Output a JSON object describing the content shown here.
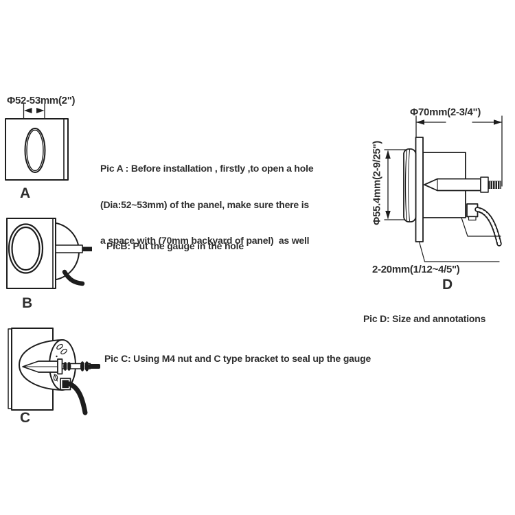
{
  "figures": {
    "a": {
      "label": "A",
      "dimension": "Φ52-53mm(2\")",
      "caption_line1": "Pic A : Before installation , firstly ,to open a hole",
      "caption_line2": "(Dia:52~53mm) of the panel, make sure there is",
      "caption_line3": "a space with (70mm backyard of panel)  as well"
    },
    "b": {
      "label": "B",
      "caption": "PicB: Put the gauge in the hole"
    },
    "c": {
      "label": "C",
      "caption": "Pic C: Using M4 nut and C type bracket to seal up the gauge"
    },
    "d": {
      "label": "D",
      "caption": "Pic D: Size and annotations",
      "dim_depth": "Φ70mm(2-3/4\")",
      "dim_diameter": "Φ55.4mm(2-9/25\")",
      "dim_panel_thickness": "2-20mm(1/12~4/5\")"
    }
  },
  "colors": {
    "line_color": "#1d1d1d",
    "text_color": "#2e2e2e",
    "background": "#ffffff"
  }
}
